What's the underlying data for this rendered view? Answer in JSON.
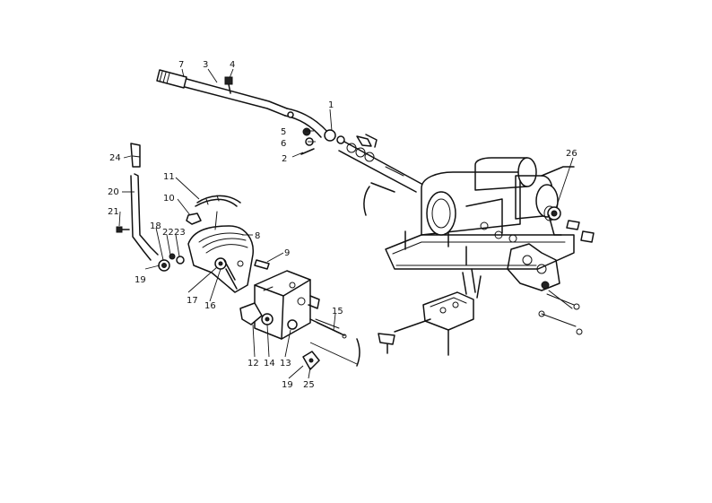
{
  "callouts": {
    "c1": "1",
    "c2": "2",
    "c3": "3",
    "c4": "4",
    "c5": "5",
    "c6": "6",
    "c7": "7",
    "c8": "8",
    "c9": "9",
    "c10": "10",
    "c11": "11",
    "c12": "12",
    "c13": "13",
    "c14": "14",
    "c15": "15",
    "c16": "16",
    "c17": "17",
    "c18": "18",
    "c19a": "19",
    "c19b": "19",
    "c20": "20",
    "c21": "21",
    "c22": "22",
    "c23": "23",
    "c24": "24",
    "c25": "25",
    "c26": "26"
  }
}
